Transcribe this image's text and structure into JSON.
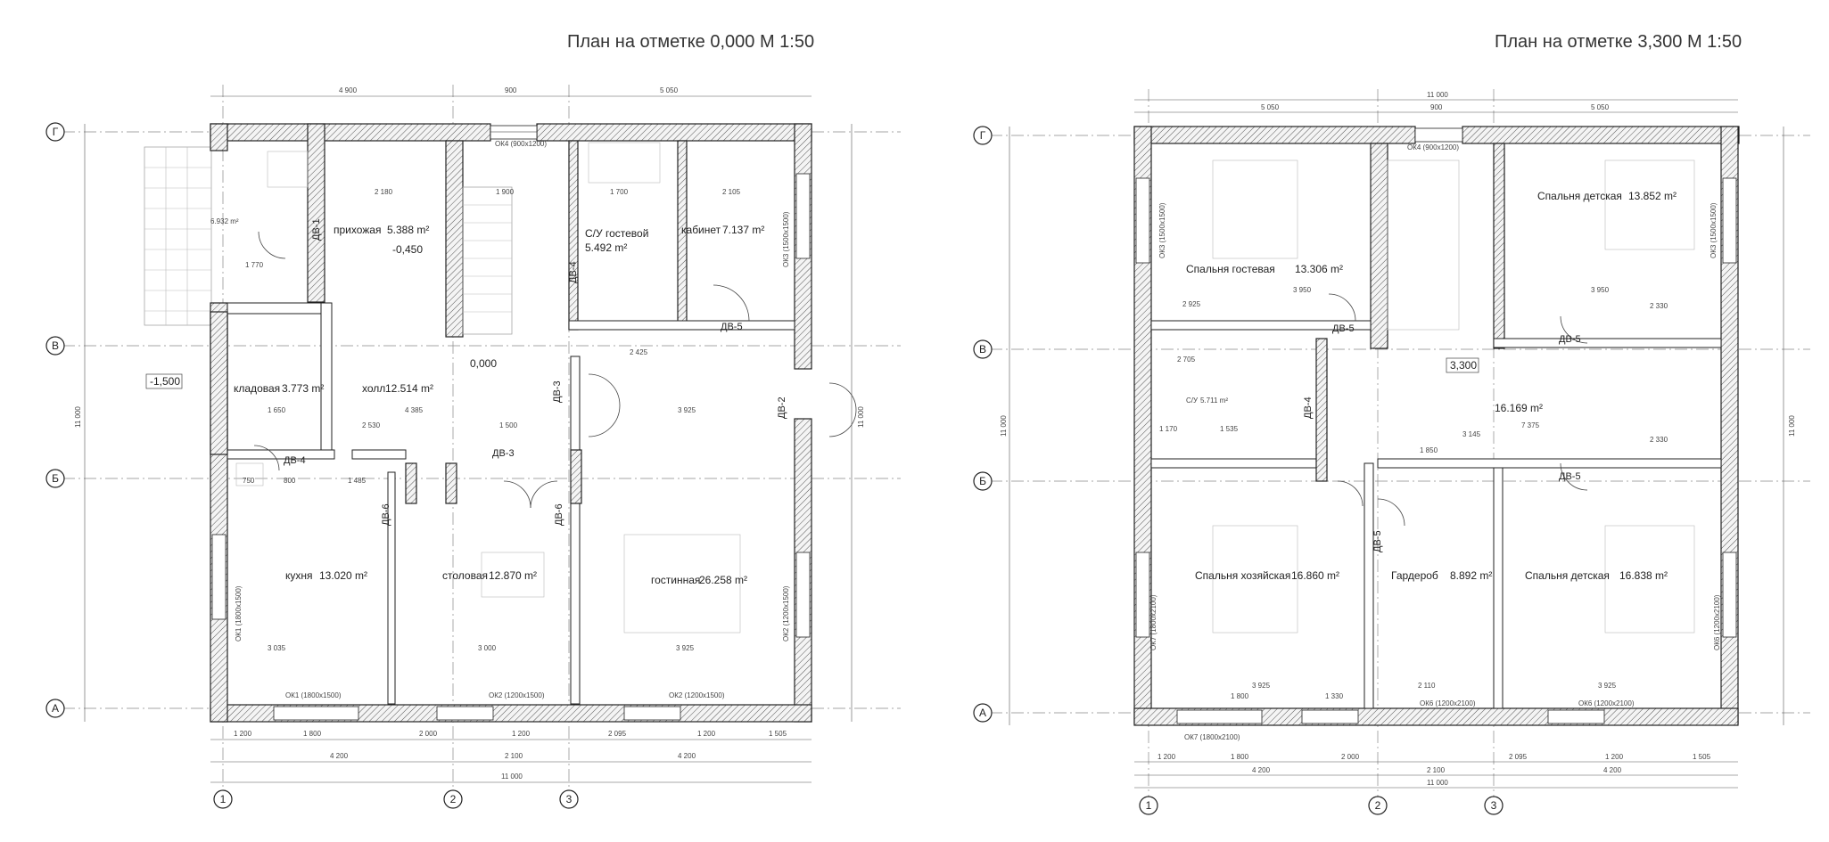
{
  "plans": [
    {
      "title": "План на отметке 0,000 М 1:50",
      "axes": {
        "horizontal": [
          "Г",
          "В",
          "Б",
          "А"
        ],
        "vertical": [
          "1",
          "2",
          "3"
        ]
      },
      "rooms": [
        {
          "name": "прихожая",
          "area": "5.388 m²"
        },
        {
          "name": "С/У гостевой",
          "area": "5.492 m²"
        },
        {
          "name": "кабинет",
          "area": "7.137 m²"
        },
        {
          "name": "кладовая",
          "area": "3.773 m²"
        },
        {
          "name": "холл",
          "area": "12.514 m²"
        },
        {
          "name": "кухня",
          "area": "13.020 m²"
        },
        {
          "name": "столовая",
          "area": "12.870 m²"
        },
        {
          "name": "гостинная",
          "area": "26.258 m²"
        }
      ],
      "levels": [
        "-0,450",
        "0,000",
        "-1,500"
      ],
      "porch_area": "6.932 m²",
      "doors": [
        "ДВ-1",
        "ДВ-4",
        "ДВ-5",
        "ДВ-3",
        "ДВ-3",
        "ДВ-2",
        "ДВ-4",
        "ДВ-6",
        "ДВ-6"
      ],
      "windows": [
        "ОК4 (900x1200)",
        "ОК1 (1800x1500)",
        "ОК2 (1200x1500)",
        "ОК2 (1200x1500)",
        "ОК1 (1800x1500)",
        "ОК2 (1200x1500)",
        "ОК3 (1500x1500)"
      ],
      "top_dims": [
        "4 900",
        "900",
        "5 050"
      ],
      "bottom_dims_1": [
        "1 200",
        "1 800",
        "2 000",
        "1 200",
        "2 095",
        "1 200",
        "1 505"
      ],
      "bottom_dims_2": [
        "4 200",
        "2 100",
        "4 200"
      ],
      "bottom_total": "11 000",
      "left_total": "11 000",
      "right_total": "11 000",
      "misc_dims": [
        "2 180",
        "2 105",
        "1 900",
        "1 700",
        "2 425",
        "3 925",
        "2 530",
        "1 500",
        "4 385",
        "1 650",
        "3 035",
        "3 000",
        "3 925",
        "750",
        "800",
        "1 485",
        "1 770"
      ]
    },
    {
      "title": "План на отметке 3,300 М 1:50",
      "axes": {
        "horizontal": [
          "Г",
          "В",
          "Б",
          "А"
        ],
        "vertical": [
          "1",
          "2",
          "3"
        ]
      },
      "rooms": [
        {
          "name": "Спальня гостевая",
          "area": "13.306 m²"
        },
        {
          "name": "Спальня детская",
          "area": "13.852 m²"
        },
        {
          "name": "С/У",
          "area": "5.711 m²"
        },
        {
          "name": "",
          "area": "16.169 m²"
        },
        {
          "name": "Спальня хозяйская",
          "area": "16.860 m²"
        },
        {
          "name": "Гардероб",
          "area": "8.892 m²"
        },
        {
          "name": "Спальня детская",
          "area": "16.838 m²"
        }
      ],
      "levels": [
        "3,300"
      ],
      "doors": [
        "ДВ-5",
        "ДВ-5",
        "ДВ-4",
        "ДВ-5",
        "ДВ-5"
      ],
      "windows": [
        "ОК4 (900x1200)",
        "ОК3 (1500x1500)",
        "ОК3 (1500x1500)",
        "ОК7 (1800x2100)",
        "ОК6 (1200x2100)",
        "ОК6 (1200x2100)",
        "ОК7 (1800x2100)",
        "ОК6 (1200x2100)"
      ],
      "top_dims": [
        "5 050",
        "900",
        "5 050"
      ],
      "top_total": "11 000",
      "bottom_dims_1": [
        "1 200",
        "1 800",
        "2 000",
        "2 095",
        "1 200",
        "1 505"
      ],
      "bottom_dims_2": [
        "4 200",
        "2 100",
        "4 200"
      ],
      "bottom_total": "11 000",
      "left_total": "11 000",
      "right_total": "11 000",
      "misc_dims": [
        "3 950",
        "2 925",
        "3 950",
        "2 330",
        "2 705",
        "3 145",
        "7 375",
        "2 330",
        "1 850",
        "3 925",
        "1 800",
        "2 110",
        "3 925",
        "1 330",
        "1 170",
        "1 535"
      ]
    }
  ]
}
